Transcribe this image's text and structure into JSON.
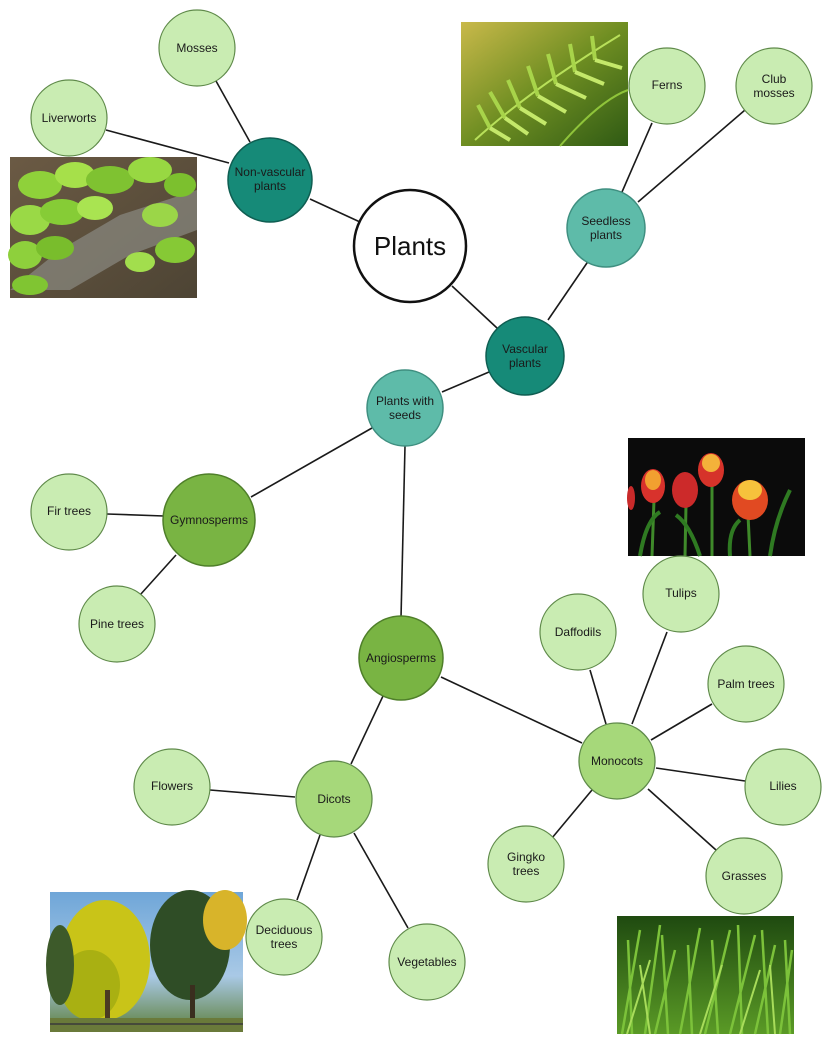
{
  "colors": {
    "root_fill": "#ffffff",
    "root_stroke": "#111111",
    "dark_teal": "#168a78",
    "light_teal": "#5ebba9",
    "dark_green": "#79b443",
    "light_green": "#a6d87a",
    "pale_green": "#c9ecb2",
    "node_stroke": "#5f8a4a",
    "edge": "#1a1a1a"
  },
  "nodes": {
    "plants": {
      "label": "Plants"
    },
    "nonvascular": {
      "line1": "Non-vascular",
      "line2": "plants"
    },
    "mosses": {
      "label": "Mosses"
    },
    "liverworts": {
      "label": "Liverworts"
    },
    "vascular": {
      "line1": "Vascular",
      "line2": "plants"
    },
    "seedless": {
      "line1": "Seedless",
      "line2": "plants"
    },
    "ferns": {
      "label": "Ferns"
    },
    "clubmosses": {
      "line1": "Club",
      "line2": "mosses"
    },
    "withseeds": {
      "line1": "Plants with",
      "line2": "seeds"
    },
    "gymnosperms": {
      "label": "Gymnosperms"
    },
    "firtrees": {
      "label": "Fir trees"
    },
    "pinetrees": {
      "label": "Pine trees"
    },
    "angiosperms": {
      "label": "Angiosperms"
    },
    "dicots": {
      "label": "Dicots"
    },
    "flowers": {
      "label": "Flowers"
    },
    "deciduous": {
      "line1": "Deciduous",
      "line2": "trees"
    },
    "vegetables": {
      "label": "Vegetables"
    },
    "monocots": {
      "label": "Monocots"
    },
    "daffodils": {
      "label": "Daffodils"
    },
    "tulips": {
      "label": "Tulips"
    },
    "palmtrees": {
      "label": "Palm trees"
    },
    "lilies": {
      "label": "Lilies"
    },
    "grasses": {
      "label": "Grasses"
    },
    "gingko": {
      "line1": "Gingko",
      "line2": "trees"
    }
  },
  "photos": {
    "liverworts_photo": "liverworts",
    "ferns_photo": "fern fronds",
    "tulips_photo": "tulips",
    "trees_photo": "trees",
    "grass_photo": "grass"
  }
}
